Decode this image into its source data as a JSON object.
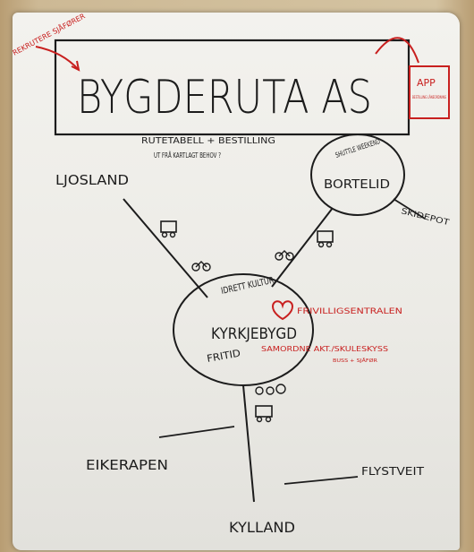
{
  "texts": {
    "top_left_note": "REKRUTERE SJÅFØRER",
    "title": "BYGDERUTA AS",
    "app_label": "APP",
    "app_sub": "BESTILLING LÅNEORDNING",
    "subtitle_line1": "RUTETABELL + BESTILLING",
    "subtitle_line2": "UT FRÅ KARTLAGT BEHOV ?",
    "ljosland": "LJOSLAND",
    "shuttle": "SHUTTLE WEEKEND",
    "borteli": "BORTELID",
    "skidepot": "SKIDEPOT",
    "idrett": "IDRETT KULTUR",
    "frivillig": "FRIVILLIGSENTRALEN",
    "kyrkjebygd": "KYRKJEBYGD",
    "samordne": "SAMORDNE AKT./SKULESKYSS",
    "buss": "BUSS + SJÅFØR",
    "fritid": "FRITID",
    "eikerapen": "EIKERAPEN",
    "flystveit": "FLYSTVEIT",
    "kylland": "KYLLAND"
  },
  "colors": {
    "ink": "#1c1c1c",
    "red_ink": "#c8201f",
    "paper": "#efeee9",
    "board": "#cdb995"
  }
}
